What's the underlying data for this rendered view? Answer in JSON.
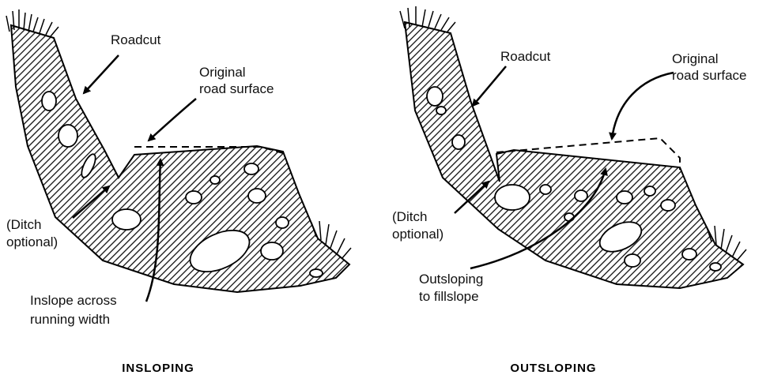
{
  "left_panel": {
    "roadcut": "Roadcut",
    "original_line1": "Original",
    "original_line2": "road surface",
    "ditch_line1": "(Ditch",
    "ditch_line2": "optional)",
    "inslope_line1": "Inslope across",
    "inslope_line2": "running width",
    "caption": "INSLOPING"
  },
  "right_panel": {
    "roadcut": "Roadcut",
    "original_line1": "Original",
    "original_line2": "road surface",
    "ditch_line1": "(Ditch",
    "ditch_line2": "optional)",
    "outslope_line1": "Outsloping",
    "outslope_line2": "to fillslope",
    "caption": "OUTSLOPING"
  }
}
